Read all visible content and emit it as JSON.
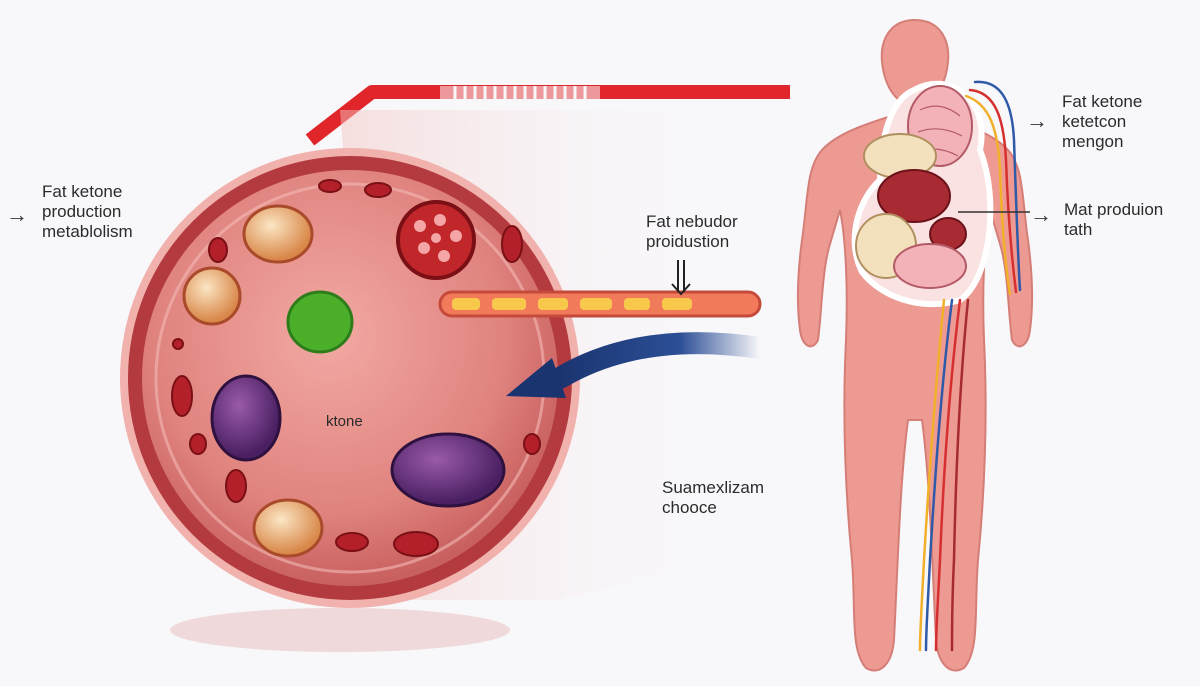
{
  "labels": {
    "left": [
      "Fat ketone",
      "production",
      "metablolism"
    ],
    "mid": [
      "Fat nebudor",
      "proidustion"
    ],
    "cell_center": "ktone",
    "bottom": [
      "Suamexlizam",
      "chooce"
    ],
    "right_top": [
      "Fat ketone",
      "ketetcon",
      "mengon"
    ],
    "right_mid": [
      "Mat produion",
      "tath"
    ]
  },
  "icons": {
    "left_arrow": "arrow-right-icon",
    "right_top_arrow": "arrow-right-icon",
    "right_mid_arrow": "arrow-right-icon",
    "vessel_down": "double-down-arrow-icon",
    "flow_arrow": "curved-arrow-left-icon"
  },
  "colors": {
    "cell_fill": "#e58a86",
    "cell_rim": "#a8323a",
    "header_bar": "#e0262a",
    "body_fill": "#ec9a92",
    "flow_arrow": "#1f3d7a",
    "background": "#f8f7fa"
  }
}
